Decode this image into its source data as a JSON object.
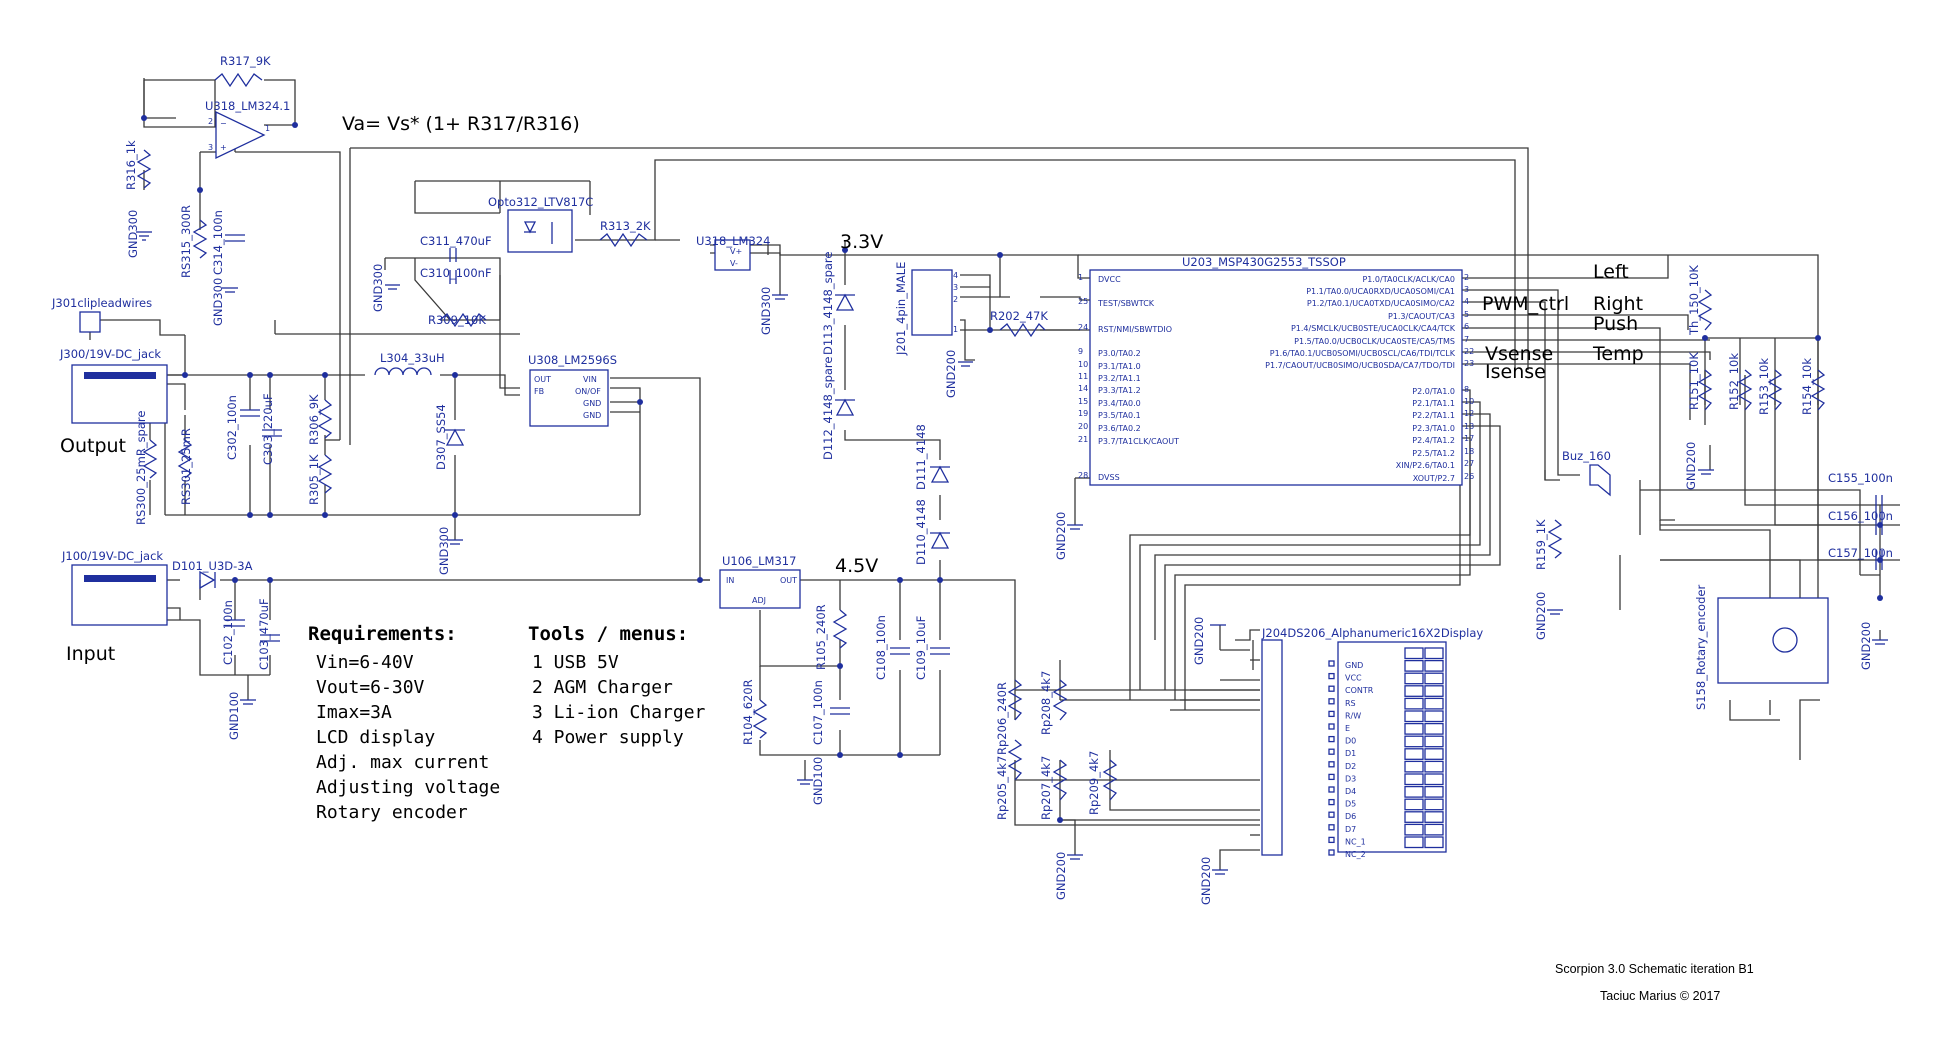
{
  "annotations": {
    "formula": "Va= Vs* (1+ R317/R316)",
    "rail_3v3": "3.3V",
    "rail_4v5": "4.5V",
    "output": "Output",
    "input": "Input",
    "left": "Left",
    "pwm_ctrl": "PWM_ctrl",
    "right": "Right",
    "push": "Push",
    "vsense": "Vsense",
    "isense": "Isense",
    "temp": "Temp"
  },
  "requirements": {
    "title": "Requirements:",
    "items": [
      "Vin=6-40V",
      "Vout=6-30V",
      "Imax=3A",
      "LCD display",
      "Adj. max current",
      "Adjusting voltage",
      "Rotary encoder"
    ]
  },
  "tools": {
    "title": "Tools / menus:",
    "items": [
      "1 USB 5V",
      "2 AGM Charger",
      "3 Li-ion Charger",
      "4 Power supply"
    ]
  },
  "footer": {
    "title": "Scorpion 3.0 Schematic iteration B1",
    "author": "Taciuc Marius ©  2017"
  },
  "parts": {
    "r317": "R317_9K",
    "u318_opamp": "U318_LM324.1",
    "r316": "R316_1k",
    "gnd300": "GND300",
    "r315": "RS315_300R",
    "c314": "C314_100n",
    "opto": "Opto312_LTV817C",
    "r313": "R313_2K",
    "c311": "C311_470uF",
    "c310": "C310_100nF",
    "r309": "R309_10K",
    "u308": "U308_LM2596S",
    "u308_pins": [
      "OUT",
      "FB",
      "VIN",
      "ON/OF",
      "GND",
      "GND"
    ],
    "j301": "J301clipleadwires",
    "j300": "J300/19V-DC_jack",
    "l304": "L304_33uH",
    "c302": "C302_100n",
    "c303": "C303_220uF",
    "r306": "R306_9K",
    "r305": "R305_1K",
    "d307": "D307_SS54",
    "rs300": "RS300_25mR_spare",
    "rs301": "RS301_25mR",
    "j100": "J100/19V-DC_jack",
    "d101": "D101_U3D-3A",
    "c102": "C102_100n",
    "c103": "C103_470uF",
    "gnd100": "GND100",
    "u318_buf": "U318_LM324",
    "d113": "D113_4148_spare",
    "d112": "D112_4148_spare",
    "d111": "D111_4148",
    "d110": "D110_4148",
    "u106": "U106_LM317",
    "u106_pins": [
      "IN",
      "OUT",
      "ADJ"
    ],
    "r105": "R105_240R",
    "r104": "R104_620R",
    "c107": "C107_100n",
    "c108": "C108_100n",
    "c109": "C109_10uF",
    "j201": "J201_4pin_MALE",
    "r202": "R202_47K",
    "gnd200": "GND200",
    "u203": "U203_MSP430G2553_TSSOP",
    "mcu_left_pins": [
      "DVCC",
      "TEST/SBWTCK",
      "RST/NMI/SBWTDIO",
      "P3.0/TA0.2",
      "P3.1/TA1.0",
      "P3.2/TA1.1",
      "P3.3/TA1.2",
      "P3.4/TA0.0",
      "P3.5/TA0.1",
      "P3.6/TA0.2",
      "P3.7/TA1CLK/CAOUT",
      "DVSS"
    ],
    "mcu_left_nums": [
      "1",
      "25",
      "24",
      "9",
      "10",
      "11",
      "14",
      "15",
      "19",
      "20",
      "21",
      "28"
    ],
    "mcu_right_pins": [
      "P1.0/TA0CLK/ACLK/CA0",
      "P1.1/TA0.0/UCA0RXD/UCA0SOMI/CA1",
      "P1.2/TA0.1/UCA0TXD/UCA0SIMO/CA2",
      "P1.3/CAOUT/CA3",
      "P1.4/SMCLK/UCB0STE/UCA0CLK/CA4/TCK",
      "P1.5/TA0.0/UCB0CLK/UCA0STE/CA5/TMS",
      "P1.6/TA0.1/UCB0SOMI/UCB0SCL/CA6/TDI/TCLK",
      "P1.7/CAOUT/UCB0SIMO/UCB0SDA/CA7/TDO/TDI",
      "P2.0/TA1.0",
      "P2.1/TA1.1",
      "P2.2/TA1.1",
      "P2.3/TA1.0",
      "P2.4/TA1.2",
      "P2.5/TA1.2",
      "XIN/P2.6/TA0.1",
      "XOUT/P2.7"
    ],
    "mcu_right_nums": [
      "2",
      "3",
      "4",
      "5",
      "6",
      "7",
      "22",
      "23",
      "8",
      "10",
      "12",
      "13",
      "17",
      "18",
      "27",
      "26"
    ],
    "th150": "Th_150_10K",
    "r151": "R151_10K",
    "r152": "R152_10k",
    "r153": "R153_10k",
    "r154": "R154_10k",
    "buz": "Buz_160",
    "r159": "R159_1K",
    "c155": "C155_100n",
    "c156": "C156_100n",
    "c157": "C157_100n",
    "s158": "S158_Rotary_encoder",
    "rp205": "Rp205_4k7",
    "rp206": "Rp206_240R",
    "rp207": "Rp207_4k7",
    "rp208": "Rp208_4k7",
    "rp209": "Rp209_4k7",
    "lcd": "J204DS206_Alphanumeric16X2Display",
    "lcd_pins": [
      "GND",
      "VCC",
      "CONTR",
      "RS",
      "R/W",
      "E",
      "D0",
      "D1",
      "D2",
      "D3",
      "D4",
      "D5",
      "D6",
      "D7",
      "NC_1",
      "NC_2"
    ]
  }
}
